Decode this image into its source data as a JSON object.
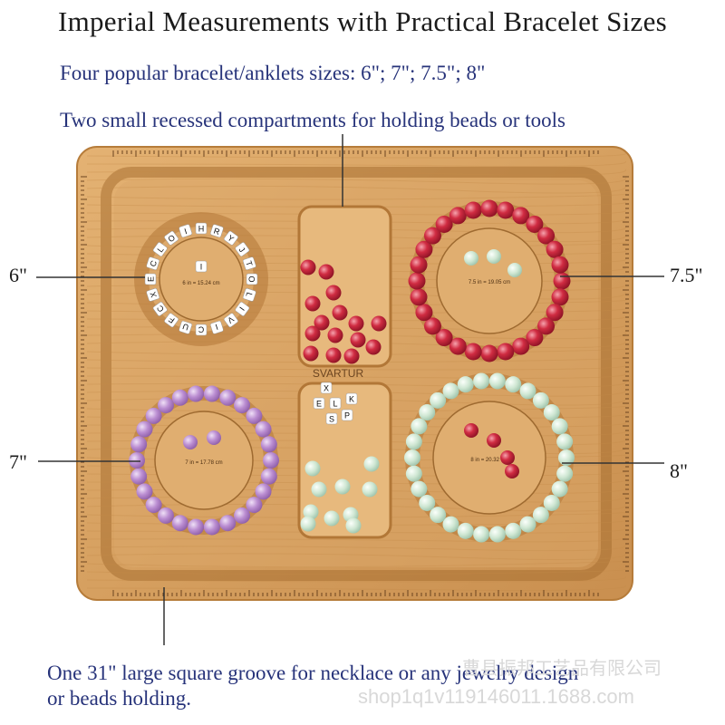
{
  "title": "Imperial Measurements with Practical Bracelet Sizes",
  "lines": {
    "sizes": "Four popular bracelet/anklets sizes: 6\";  7\";  7.5\";  8\"",
    "compartments": "Two small recessed compartments for holding beads or tools",
    "groove_1": "One 31\" large square groove for necklace or any jewelry design",
    "groove_2": "or beads holding."
  },
  "size_labels": {
    "s6": "6\"",
    "s7": "7\"",
    "s75": "7.5\"",
    "s8": "8\""
  },
  "board": {
    "brand": "SVARTUR",
    "circle_labels": {
      "c6": "6 in = 15.24 cm",
      "c75": "7.5 in = 19.05 cm",
      "c7": "7 in = 17.78 cm",
      "c8": "8 in = 20.32 cm"
    },
    "letter_beads": [
      "C",
      "L",
      "O",
      "I",
      "H",
      "R",
      "Y",
      "J",
      "T",
      "O",
      "L",
      "I",
      "V",
      "I",
      "C",
      "U",
      "F",
      "C",
      "X",
      "E",
      "L",
      "K",
      "S",
      "P"
    ]
  },
  "colors": {
    "wood": "#d9a566",
    "wood_dark": "#b87f3c",
    "red_bead": "#c8283c",
    "purple_bead": "#b88ad0",
    "mint_bead": "#cfe8d4",
    "text_blue": "#27337a"
  },
  "watermark": {
    "line1": "曹县振邦工艺品有限公司",
    "line2": "shop1q1v119146011.1688.com"
  }
}
